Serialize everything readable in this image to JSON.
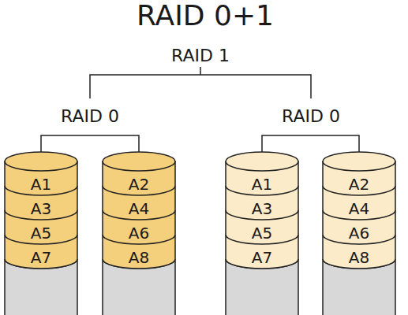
{
  "diagram": {
    "title": "RAID 0+1",
    "nodes": [
      {
        "text": [
          "A1",
          "A3",
          "A5",
          "A7"
        ]
      },
      {
        "text": [
          "A2",
          "A4",
          "A6",
          "A8"
        ]
      },
      {
        "text": [
          "A1",
          "A3",
          "A5",
          "A7"
        ]
      },
      {
        "text": [
          "A2",
          "A4",
          "A6",
          "A8"
        ]
      }
    ],
    "labels": [
      "RAID 1",
      "RAID 0",
      "RAID 0"
    ]
  }
}
